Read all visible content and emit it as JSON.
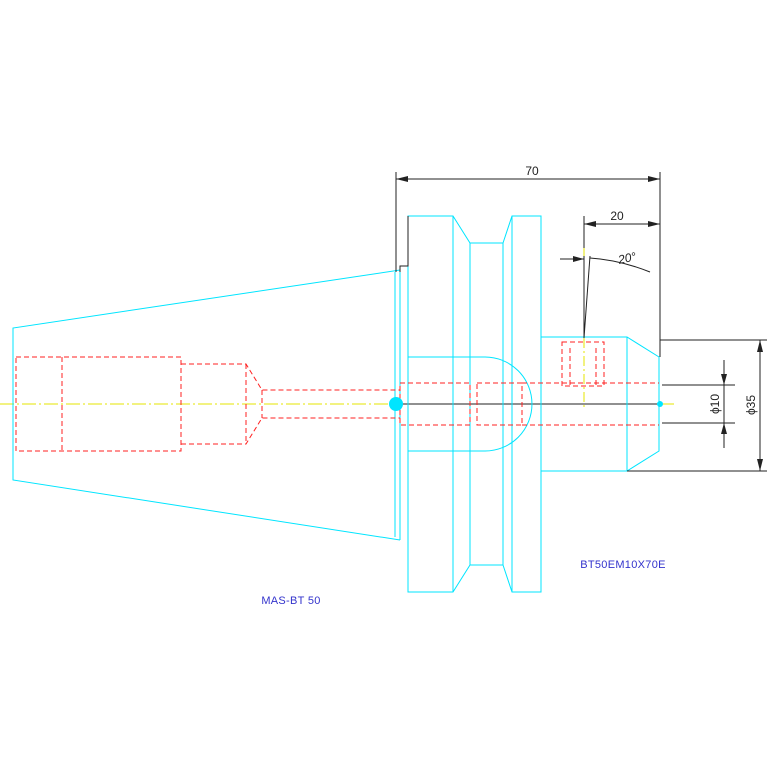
{
  "drawing": {
    "labels": {
      "model": "MAS-BT 50",
      "part": "BT50EM10X70E"
    },
    "dimensions": {
      "length": "70",
      "length_short": "20",
      "angle": "20°",
      "dia_inner": "ϕ10",
      "dia_outer": "ϕ35"
    },
    "colors": {
      "outline": "#00e5ff",
      "hidden": "#ff2020",
      "center": "#e6e600",
      "dimension": "#222222",
      "label": "#3333cc"
    }
  }
}
